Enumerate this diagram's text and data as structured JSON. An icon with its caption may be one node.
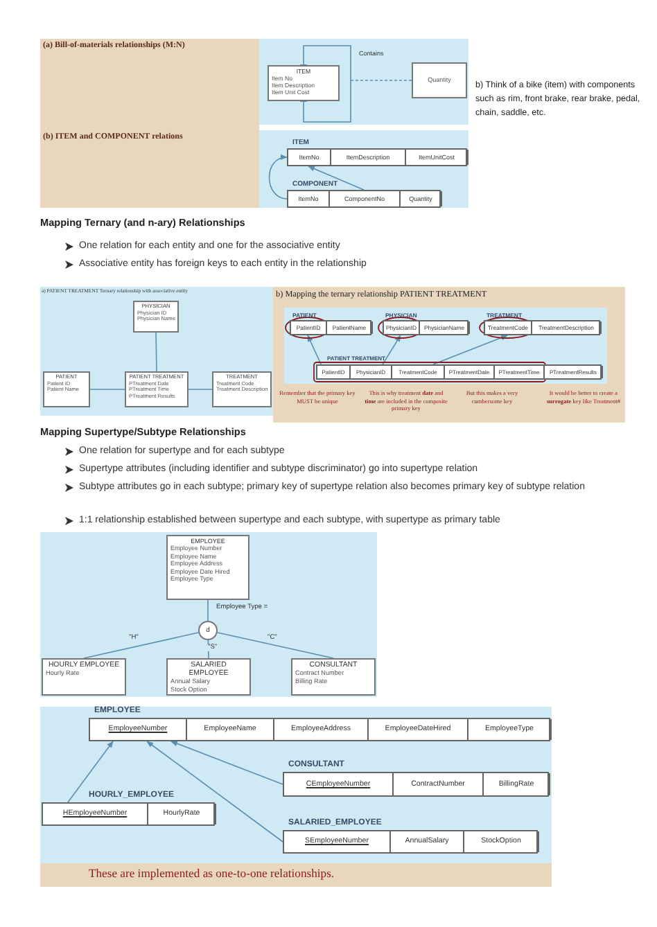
{
  "diagram": {
    "nodes": [
      {
        "text": [
          "ITEM",
          "Item No",
          "Item Description",
          "Item Unit Cost"
        ]
      },
      {
        "text": [
          "Quantity"
        ]
      },
      {
        "text": [
          "ITEM"
        ]
      },
      {
        "text": [
          "ItemNo"
        ],
        "in": 2
      },
      {
        "text": [
          "ItemDescription"
        ],
        "in": 2
      },
      {
        "text": [
          "ItemUnitCost"
        ],
        "in": 2
      },
      {
        "text": [
          "COMPONENT"
        ]
      },
      {
        "text": [
          "ItemNo"
        ],
        "in": 6
      },
      {
        "text": [
          "ComponentNo"
        ],
        "in": 6
      },
      {
        "text": [
          "Quantity"
        ],
        "in": 6
      },
      {
        "text": [
          "PHYSICIAN",
          "Physician ID",
          "Physician Name"
        ]
      },
      {
        "text": [
          "PATIENT",
          "Patient ID",
          "Patient Name"
        ]
      },
      {
        "text": [
          "PATIENT TREATMENT",
          "PTreatment Date",
          "PTreatment Time",
          "PTreatment Results"
        ]
      },
      {
        "text": [
          "TREATMENT",
          "Treatment Code",
          "Treatment Description"
        ]
      },
      {
        "text": [
          "PATIENT"
        ]
      },
      {
        "text": [
          "PatientID"
        ],
        "in": 14
      },
      {
        "text": [
          "PatientName"
        ],
        "in": 14
      },
      {
        "text": [
          "PHYSICIAN"
        ]
      },
      {
        "text": [
          "PhysicianID"
        ],
        "in": 17
      },
      {
        "text": [
          "PhysicianName"
        ],
        "in": 17
      },
      {
        "text": [
          "TREATMENT"
        ]
      },
      {
        "text": [
          "TreatmentCode"
        ],
        "in": 20
      },
      {
        "text": [
          "TreatmentDescription"
        ],
        "in": 20
      },
      {
        "text": [
          "PATIENT TREATMENT"
        ]
      },
      {
        "text": [
          "PatientID"
        ],
        "in": 23
      },
      {
        "text": [
          "PhysicianID"
        ],
        "in": 23
      },
      {
        "text": [
          "TreatmentCode"
        ],
        "in": 23
      },
      {
        "text": [
          "PTreatmentDate"
        ],
        "in": 23
      },
      {
        "text": [
          "PTreatmentTime"
        ],
        "in": 23
      },
      {
        "text": [
          "PTreatmentResults"
        ],
        "in": 23
      },
      {
        "text": [
          "EMPLOYEE",
          "Employee Number",
          "Employee Name",
          "Employee Address",
          "Employee Date Hired",
          "Employee Type"
        ]
      },
      {
        "text": [
          "d"
        ]
      },
      {
        "text": [
          "HOURLY EMPLOYEE",
          "Hourly Rate"
        ]
      },
      {
        "text": [
          "SALARIED EMPLOYEE",
          "Annual Salary",
          "Stock Option"
        ]
      },
      {
        "text": [
          "CONSULTANT",
          "Contract Number",
          "Billing Rate"
        ]
      },
      {
        "text": [
          "EMPLOYEE"
        ]
      },
      {
        "text": [
          "EmployeeNumber"
        ],
        "in": 35
      },
      {
        "text": [
          "EmployeeName"
        ],
        "in": 35
      },
      {
        "text": [
          "EmployeeAddress"
        ],
        "in": 35
      },
      {
        "text": [
          "EmployeeDateHired"
        ],
        "in": 35
      },
      {
        "text": [
          "EmployeeType"
        ],
        "in": 35
      },
      {
        "text": [
          "CONSULTANT"
        ]
      },
      {
        "text": [
          "CEmployeeNumber"
        ],
        "in": 41
      },
      {
        "text": [
          "ContractNumber"
        ],
        "in": 41
      },
      {
        "text": [
          "BillingRate"
        ],
        "in": 41
      },
      {
        "text": [
          "HOURLY_EMPLOYEE"
        ]
      },
      {
        "text": [
          "HEmployeeNumber"
        ],
        "in": 45
      },
      {
        "text": [
          "HourlyRate"
        ],
        "in": 45
      },
      {
        "text": [
          "SALARIED_EMPLOYEE"
        ]
      },
      {
        "text": [
          "SEmployeeNumber"
        ],
        "in": 48
      },
      {
        "text": [
          "AnnualSalary"
        ],
        "in": 48
      },
      {
        "text": [
          "StockOption"
        ],
        "in": 48
      }
    ],
    "edges": [
      {
        "from": 0,
        "to": 0,
        "arrow": "other",
        "label": "Contains"
      },
      {
        "from": 1,
        "to": 0,
        "arrow": "none",
        "style": "dashed"
      },
      {
        "from": 7,
        "to": 3,
        "arrow": "to"
      },
      {
        "from": 8,
        "to": 3,
        "arrow": "to"
      },
      {
        "from": 10,
        "to": 12,
        "arrow": "none"
      },
      {
        "from": 11,
        "to": 12,
        "arrow": "none"
      },
      {
        "from": 12,
        "to": 13,
        "arrow": "none"
      },
      {
        "from": 24,
        "to": 15,
        "arrow": "to"
      },
      {
        "from": 25,
        "to": 18,
        "arrow": "to"
      },
      {
        "from": 26,
        "to": 21,
        "arrow": "to"
      },
      {
        "from": 30,
        "to": 31,
        "arrow": "none",
        "label": "Employee Type ="
      },
      {
        "from": 31,
        "to": 32,
        "arrow": "none",
        "label": "\"H\""
      },
      {
        "from": 31,
        "to": 33,
        "arrow": "none",
        "label": "\"S\""
      },
      {
        "from": 31,
        "to": 34,
        "arrow": "none",
        "label": "\"C\""
      },
      {
        "from": 46,
        "to": 36,
        "arrow": "to"
      },
      {
        "from": 49,
        "to": 36,
        "arrow": "to"
      },
      {
        "from": 42,
        "to": 36,
        "arrow": "to"
      }
    ],
    "labels": [
      "(a) Bill-of-materials relationships (M:N)",
      "(b) ITEM and COMPONENT relations",
      "b) Think of a bike (item) with components such as rim, front brake, rear brake, pedal, chain, saddle, etc.",
      "Mapping Ternary (and n-ary) Relationships",
      "One relation for each entity and one for the associative entity",
      "Associative entity has foreign keys to each entity in the relationship",
      "a) PATIENT TREATMENT Ternary relationship with associative entity",
      "b) Mapping the ternary relationship PATIENT TREATMENT",
      "Remember that the primary key MUST be unique",
      "This is why treatment **date** and **time** are included in the composite primary key",
      "But this makes a very cumbersome key",
      "It would be better to create a **surrogate** key like Treatment#",
      "Mapping Supertype/Subtype Relationships",
      "One relation for supertype and for each subtype",
      "Supertype attributes (including identifier and subtype discriminator) go into supertype relation",
      "Subtype attributes go in each subtype; primary key of supertype relation also becomes primary key of subtype relation",
      "1:1 relationship established between supertype and each subtype, with supertype as primary table",
      "These are implemented as one-to-one relationships."
    ]
  }
}
